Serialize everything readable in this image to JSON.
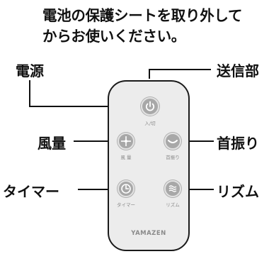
{
  "notice": {
    "line1": "電池の保護シートを取り外して",
    "line2": "からお使いください。"
  },
  "callouts": {
    "power": "電源",
    "transmitter": "送信部",
    "wind": "風量",
    "swing": "首振り",
    "timer": "タイマー",
    "rhythm": "リズム"
  },
  "remote": {
    "power_label": "入/切",
    "wind_label": "風 量",
    "swing_label": "首振り",
    "timer_label": "タイマー",
    "rhythm_label": "リズム",
    "brand": "YAMAZEN"
  },
  "icons": {
    "power": "power-icon",
    "wind": "fan-icon",
    "swing": "swing-icon",
    "timer": "timer-icon",
    "rhythm": "rhythm-wave-icon"
  },
  "colors": {
    "remote_body": "#ececec",
    "button": "#a8a8a8",
    "text": "#111111"
  }
}
